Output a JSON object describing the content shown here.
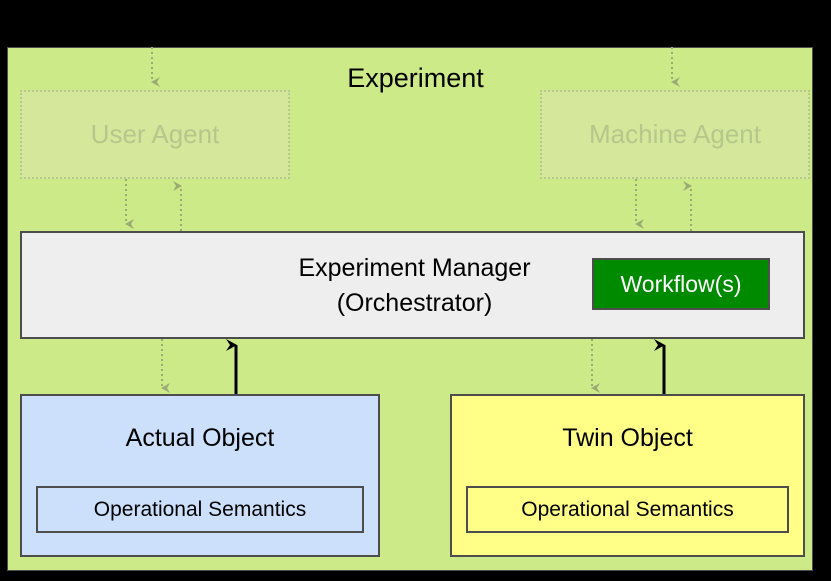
{
  "diagram": {
    "title": "Experiment",
    "background_color": "#000000",
    "container": {
      "name": "Experiment",
      "fill": "#cdea88",
      "stroke": "#4d4d4d"
    },
    "agents": [
      {
        "label": "User Agent",
        "fill": "#d4e79a",
        "stroke": "#b5c98a",
        "text_color": "#b6c78c",
        "state": "dimmed"
      },
      {
        "label": "Machine Agent",
        "fill": "#d4e79a",
        "stroke": "#b5c98a",
        "text_color": "#b6c78c",
        "state": "dimmed"
      }
    ],
    "manager": {
      "label": "Experiment Manager\n(Orchestrator)",
      "line1": "Experiment Manager",
      "line2": "(Orchestrator)",
      "fill": "#eeeeee",
      "stroke": "#4d4d4d",
      "workflow": {
        "label": "Workflow(s)",
        "fill": "#008a00",
        "text_color": "#ffffff",
        "stroke": "#4d4d4d"
      }
    },
    "objects": [
      {
        "title": "Actual Object",
        "fill": "#cce0fb",
        "stroke": "#4d4d4d",
        "inner": {
          "label": "Operational Semantics",
          "stroke": "#4d4d4d"
        }
      },
      {
        "title": "Twin Object",
        "fill": "#ffff88",
        "stroke": "#4d4d4d",
        "inner": {
          "label": "Operational Semantics",
          "stroke": "#4d4d4d"
        }
      }
    ],
    "connectors": [
      {
        "name": "external-to-user-agent",
        "style": "dotted",
        "color": "#9aab76",
        "direction": "down"
      },
      {
        "name": "external-to-machine-agent",
        "style": "dotted",
        "color": "#9aab76",
        "direction": "down"
      },
      {
        "name": "user-agent-to-manager",
        "style": "dotted",
        "color": "#9aab76",
        "direction": "down"
      },
      {
        "name": "manager-to-user-agent",
        "style": "dotted",
        "color": "#9aab76",
        "direction": "up"
      },
      {
        "name": "machine-agent-to-manager",
        "style": "dotted",
        "color": "#9aab76",
        "direction": "down"
      },
      {
        "name": "manager-to-machine-agent",
        "style": "dotted",
        "color": "#9aab76",
        "direction": "up"
      },
      {
        "name": "manager-to-actual-object",
        "style": "dotted",
        "color": "#9aab76",
        "direction": "down"
      },
      {
        "name": "actual-object-to-manager",
        "style": "solid",
        "color": "#000000",
        "direction": "up"
      },
      {
        "name": "manager-to-twin-object",
        "style": "dotted",
        "color": "#9aab76",
        "direction": "down"
      },
      {
        "name": "twin-object-to-manager",
        "style": "solid",
        "color": "#000000",
        "direction": "up"
      }
    ]
  }
}
